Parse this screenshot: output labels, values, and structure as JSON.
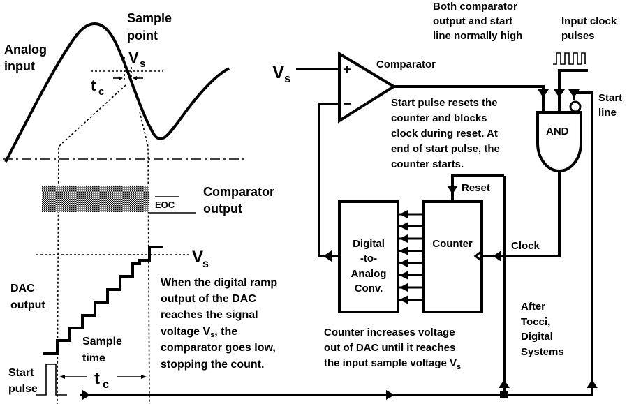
{
  "title": "Counter-ramp analog-to-digital converter",
  "waveform": {
    "analog_input": [
      "Analog",
      "input"
    ],
    "sample_point": [
      "Sample",
      "point"
    ],
    "vs": "V",
    "vs_sub": "s",
    "tc": "t",
    "tc_sub": "c",
    "comparator_output": [
      "Comparator",
      "output"
    ],
    "eoc": "EOC",
    "dac_output": [
      "DAC",
      "output"
    ],
    "sample_time": [
      "Sample",
      "time"
    ],
    "start_pulse": [
      "Start",
      "pulse"
    ],
    "ramp_note": [
      "When the digital ramp",
      "output of the DAC",
      "reaches the signal",
      "voltage V",
      ", the",
      "comparator goes low,",
      "stopping the count."
    ]
  },
  "circuit": {
    "vs_input": "V",
    "vs_sub": "s",
    "comparator": "Comparator",
    "plus": "+",
    "minus": "−",
    "normally_high_note": [
      "Both comparator",
      "output and start",
      "line normally high"
    ],
    "clock_pulses": [
      "Input clock",
      "pulses"
    ],
    "start_line": [
      "Start",
      "line"
    ],
    "and_gate": "AND",
    "start_note": [
      "Start pulse resets the",
      "counter and blocks",
      "clock during reset. At",
      "end of start pulse, the",
      "counter starts."
    ],
    "reset": "Reset",
    "dac_block": [
      "Digital",
      "-to-",
      "Analog",
      "Conv."
    ],
    "counter": "Counter",
    "clock": "Clock",
    "counter_note": [
      "Counter increases voltage",
      "out of DAC until it reaches",
      "the input sample voltage V"
    ],
    "credit": [
      "After",
      "Tocci,",
      "Digital",
      "Systems"
    ]
  }
}
